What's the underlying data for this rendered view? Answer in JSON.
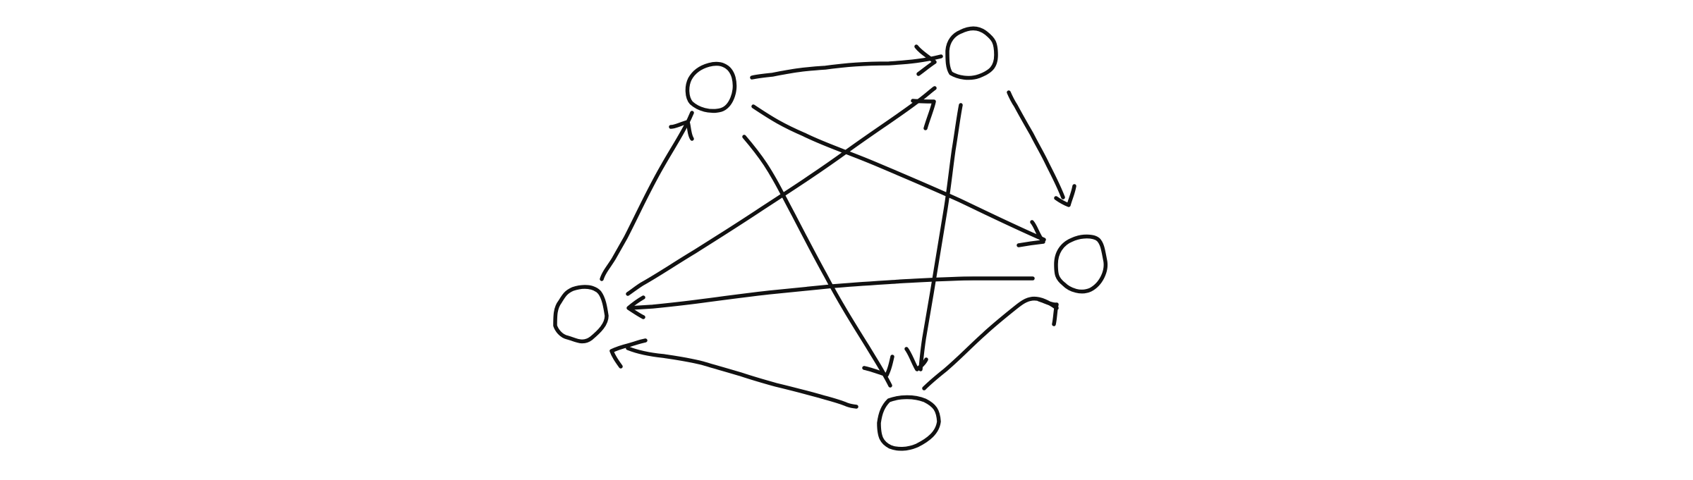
{
  "diagram": {
    "type": "directed-graph",
    "style": "hand-drawn",
    "colors": {
      "ink": "#111111",
      "background": "#ffffff"
    },
    "nodes": [
      {
        "id": "n1",
        "label": ""
      },
      {
        "id": "n2",
        "label": ""
      },
      {
        "id": "n3",
        "label": ""
      },
      {
        "id": "n4",
        "label": ""
      },
      {
        "id": "n5",
        "label": ""
      }
    ],
    "edges": [
      {
        "id": "e-n4-n1",
        "from": "n4",
        "to": "n1"
      },
      {
        "id": "e-n1-n2",
        "from": "n1",
        "to": "n2"
      },
      {
        "id": "e-n1-n3",
        "from": "n1",
        "to": "n3"
      },
      {
        "id": "e-n1-n5",
        "from": "n1",
        "to": "n5"
      },
      {
        "id": "e-n2-n3",
        "from": "n2",
        "to": "n3"
      },
      {
        "id": "e-n2-n5",
        "from": "n2",
        "to": "n5"
      },
      {
        "id": "e-n4-n2",
        "from": "n4",
        "to": "n2"
      },
      {
        "id": "e-n3-n4",
        "from": "n3",
        "to": "n4"
      },
      {
        "id": "e-n5-n3",
        "from": "n5",
        "to": "n3"
      },
      {
        "id": "e-n5-n4",
        "from": "n5",
        "to": "n4"
      }
    ]
  }
}
